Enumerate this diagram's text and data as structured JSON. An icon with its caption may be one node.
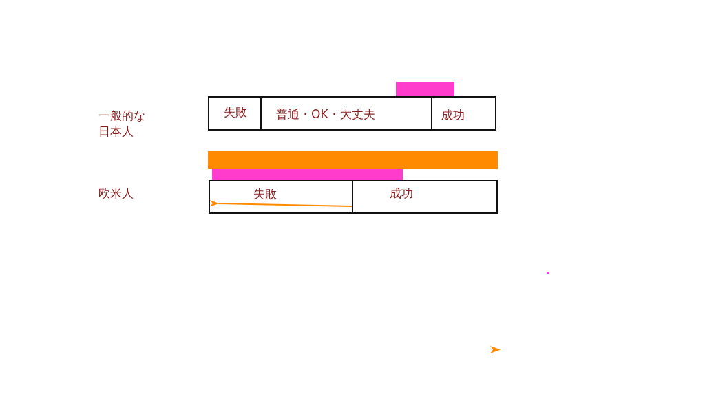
{
  "diagram": {
    "nodes": [
      {
        "text": [
          "失敗"
        ]
      },
      {
        "text": [
          "普通・OK・大丈夫"
        ]
      },
      {
        "text": [
          "成功"
        ]
      },
      {
        "text": [
          "失敗"
        ]
      },
      {
        "text": [
          "成功"
        ]
      }
    ],
    "labels": [
      "一般的な日本人",
      "欧米人"
    ]
  }
}
